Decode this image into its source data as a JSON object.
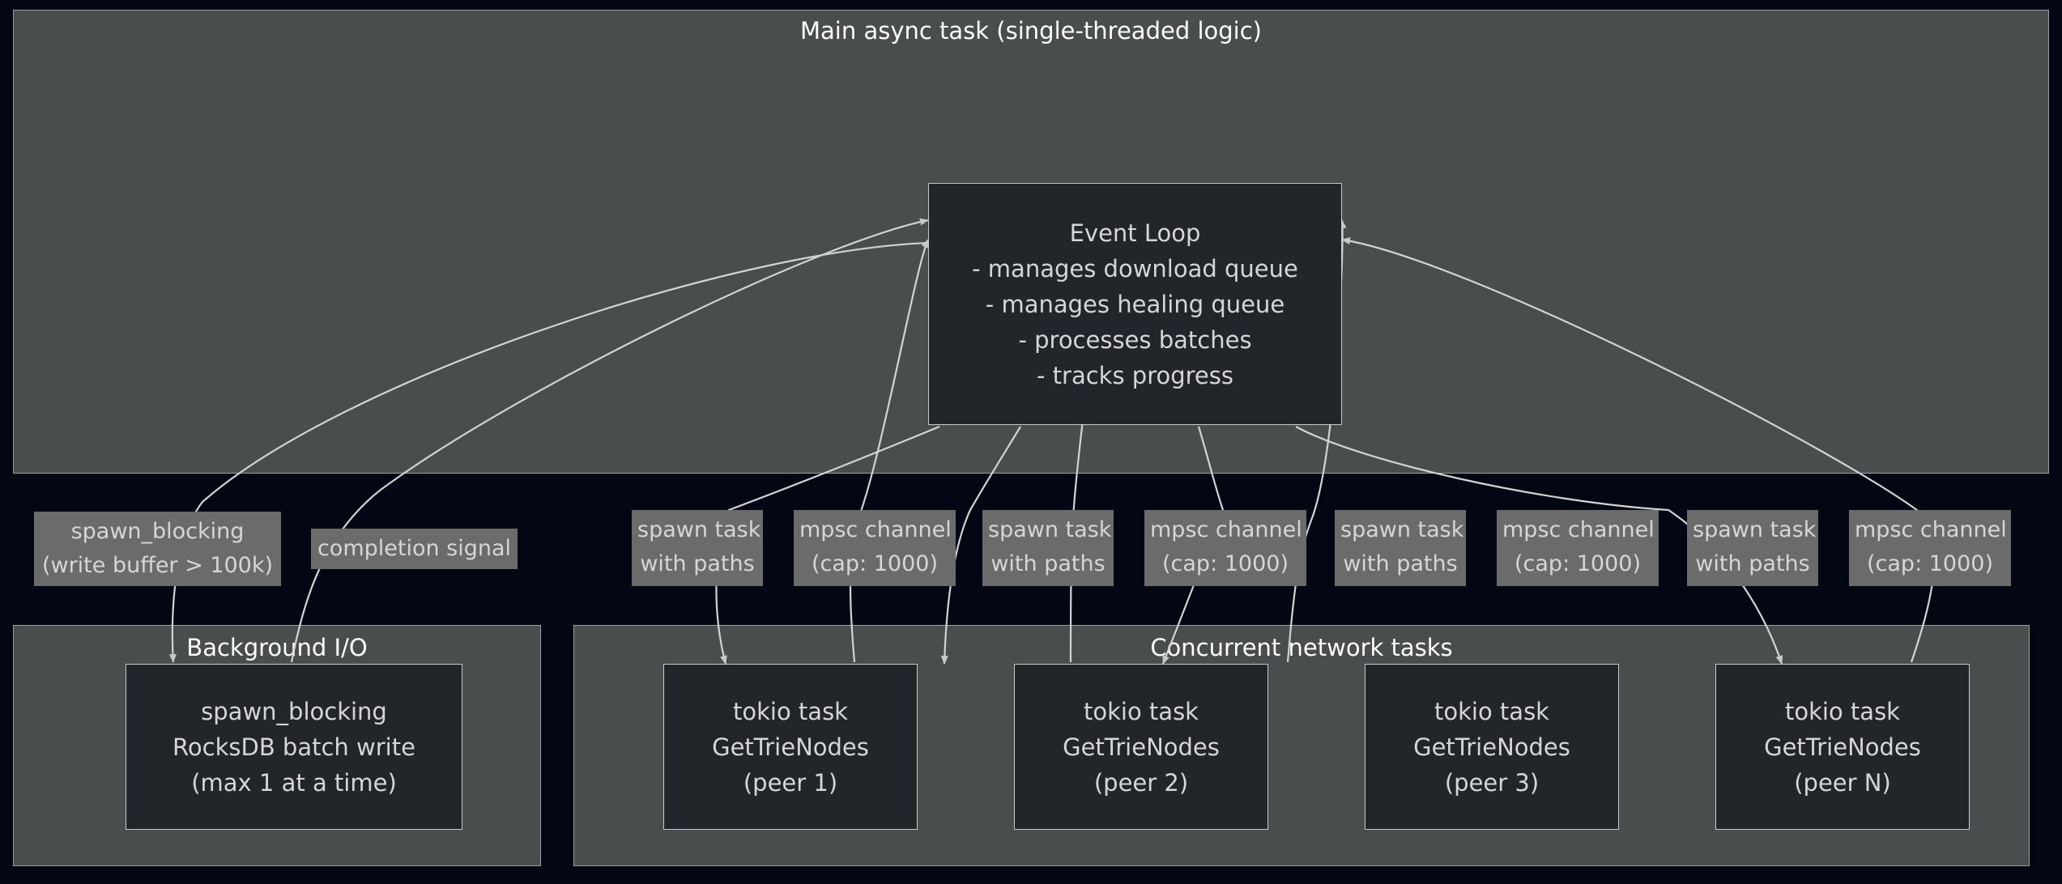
{
  "diagram": {
    "type": "flowchart",
    "background_color": "#030714",
    "cluster_fill": "#4a4d4d",
    "cluster_stroke": "#9e9e9e",
    "node_fill": "#22262a",
    "node_stroke": "#c9c9c9",
    "edge_color": "#d3d3d3",
    "edge_label_fill": "#6b6b6b",
    "text_color": "#e6e6e6"
  },
  "clusters": {
    "main": {
      "title_line1": "Main async task",
      "title_line2": "(single-threaded logic)"
    },
    "background_io": {
      "title": "Background I/O"
    },
    "network": {
      "title": "Concurrent network tasks"
    }
  },
  "nodes": {
    "event_loop": {
      "lines": [
        "Event Loop",
        "- manages download queue",
        "- manages healing queue",
        "- processes batches",
        "- tracks progress"
      ]
    },
    "rocksdb": {
      "lines": [
        "spawn_blocking",
        "RocksDB batch write",
        "(max 1 at a time)"
      ]
    },
    "peer1": {
      "lines": [
        "tokio task",
        "GetTrieNodes",
        "(peer 1)"
      ]
    },
    "peer2": {
      "lines": [
        "tokio task",
        "GetTrieNodes",
        "(peer 2)"
      ]
    },
    "peer3": {
      "lines": [
        "tokio task",
        "GetTrieNodes",
        "(peer 3)"
      ]
    },
    "peerN": {
      "lines": [
        "tokio task",
        "GetTrieNodes",
        "(peer N)"
      ]
    }
  },
  "edge_labels": {
    "spawn_blocking_write": {
      "lines": [
        "spawn_blocking",
        "(write buffer > 100k)"
      ]
    },
    "completion_signal": {
      "lines": [
        "completion signal"
      ]
    },
    "spawn_task_1": {
      "lines": [
        "spawn task",
        "with paths"
      ]
    },
    "mpsc_channel_1": {
      "lines": [
        "mpsc channel",
        "(cap: 1000)"
      ]
    },
    "spawn_task_2": {
      "lines": [
        "spawn task",
        "with paths"
      ]
    },
    "mpsc_channel_2": {
      "lines": [
        "mpsc channel",
        "(cap: 1000)"
      ]
    },
    "spawn_task_3": {
      "lines": [
        "spawn task",
        "with paths"
      ]
    },
    "mpsc_channel_3": {
      "lines": [
        "mpsc channel",
        "(cap: 1000)"
      ]
    },
    "spawn_task_n": {
      "lines": [
        "spawn task",
        "with paths"
      ]
    },
    "mpsc_channel_n": {
      "lines": [
        "mpsc channel",
        "(cap: 1000)"
      ]
    }
  }
}
